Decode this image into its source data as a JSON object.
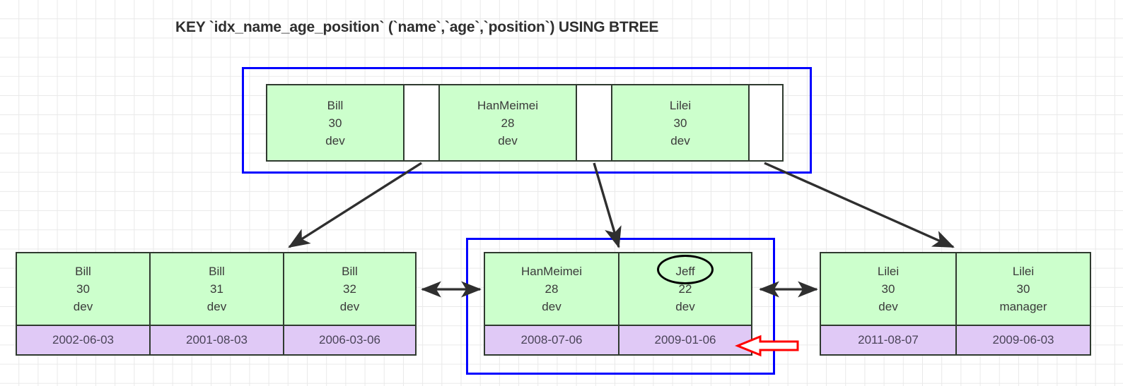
{
  "title": "KEY `idx_name_age_position` (`name`,`age`,`position`) USING BTREE",
  "colors": {
    "key_cell_fill": "#ccffcc",
    "date_cell_fill": "#e0c9f6",
    "cell_border": "#2f3a2f",
    "selection_border": "#0000ff",
    "connector": "#2f2f2f",
    "annotation_circle": "#000000",
    "annotation_arrow": "#ff0000",
    "grid_line": "#e9e9e9",
    "text": "#3a3a3a"
  },
  "root": {
    "label": "root-node",
    "selected": true,
    "entries": [
      {
        "name": "Bill",
        "age": "30",
        "position": "dev"
      },
      {
        "name": "HanMeimei",
        "age": "28",
        "position": "dev"
      },
      {
        "name": "Lilei",
        "age": "30",
        "position": "dev"
      }
    ],
    "pointers": [
      "pointer-1",
      "pointer-2",
      "pointer-3"
    ]
  },
  "leaves": [
    {
      "label": "leaf-left",
      "selected": false,
      "entries": [
        {
          "name": "Bill",
          "age": "30",
          "position": "dev",
          "date": "2002-06-03"
        },
        {
          "name": "Bill",
          "age": "31",
          "position": "dev",
          "date": "2001-08-03"
        },
        {
          "name": "Bill",
          "age": "32",
          "position": "dev",
          "date": "2006-03-06"
        }
      ]
    },
    {
      "label": "leaf-middle",
      "selected": true,
      "entries": [
        {
          "name": "HanMeimei",
          "age": "28",
          "position": "dev",
          "date": "2008-07-06"
        },
        {
          "name": "Jeff",
          "age": "22",
          "position": "dev",
          "date": "2009-01-06",
          "circled": true
        }
      ]
    },
    {
      "label": "leaf-right",
      "selected": false,
      "entries": [
        {
          "name": "Lilei",
          "age": "30",
          "position": "dev",
          "date": "2011-08-07"
        },
        {
          "name": "Lilei",
          "age": "30",
          "position": "manager",
          "date": "2009-06-03"
        }
      ]
    }
  ],
  "annotations": {
    "circle_target": "Jeff",
    "red_arrow": {
      "name": "red-callout-arrow",
      "points_to": "2009-01-06",
      "direction": "left"
    }
  },
  "connectors": [
    {
      "from": "root-pointer-1",
      "to": "leaf-left"
    },
    {
      "from": "root-pointer-2",
      "to": "leaf-middle"
    },
    {
      "from": "root-pointer-3",
      "to": "leaf-right"
    },
    {
      "from": "leaf-left",
      "to": "leaf-middle",
      "kind": "sibling-double-arrow"
    },
    {
      "from": "leaf-middle",
      "to": "leaf-right",
      "kind": "sibling-double-arrow"
    }
  ]
}
